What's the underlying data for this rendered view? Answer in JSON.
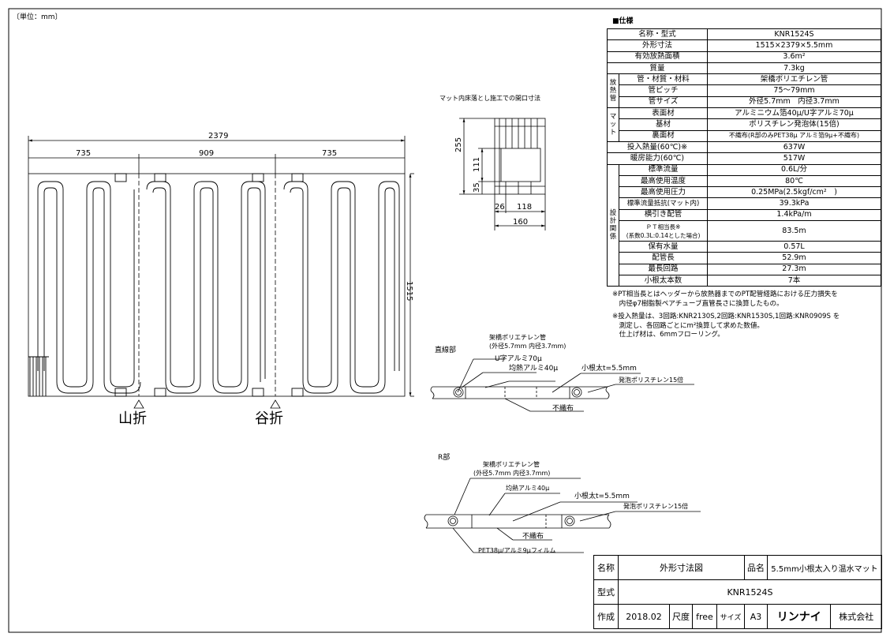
{
  "unit_note": "〔単位：mm〕",
  "plan": {
    "dim_total": "2379",
    "dim_left": "735",
    "dim_mid": "909",
    "dim_right": "735",
    "dim_height": "1515",
    "fold_mountain": "山折",
    "fold_valley": "谷折"
  },
  "opening": {
    "title": "マット内床落とし施工での開口寸法",
    "dim_255": "255",
    "dim_111": "111",
    "dim_35": "35",
    "dim_26": "26",
    "dim_118": "118",
    "dim_160": "160"
  },
  "spec": {
    "heading": "■仕様",
    "rows_top": [
      {
        "label": "名称・型式",
        "value": "KNR1524S"
      },
      {
        "label": "外形寸法",
        "value": "1515×2379×5.5mm"
      },
      {
        "label": "有効放熱面積",
        "value": "3.6m²"
      },
      {
        "label": "質量",
        "value": "7.3kg"
      }
    ],
    "group_pipe": {
      "side": "放熱管",
      "rows": [
        {
          "label": "管・材質・材料",
          "value": "架橋ポリエチレン管"
        },
        {
          "label": "管ピッチ",
          "value": "75〜79mm"
        },
        {
          "label": "管サイズ",
          "value": "外径5.7mm　内径3.7mm"
        }
      ]
    },
    "group_mat": {
      "side": "マット",
      "rows": [
        {
          "label": "表面材",
          "value": "アルミニウム箔40μ/U字アルミ70μ"
        },
        {
          "label": "基材",
          "value": "ポリスチレン発泡体(15倍)"
        },
        {
          "label": "裏面材",
          "value": "不織布(R部のみPET38μ アルミ箔9μ+不織布)"
        }
      ]
    },
    "rows_mid": [
      {
        "label": "投入熱量(60℃)※",
        "value": "637W"
      },
      {
        "label": "暖房能力(60℃)",
        "value": "517W"
      }
    ],
    "group_design": {
      "side": "設計関係",
      "rows": [
        {
          "label": "標準流量",
          "value": "0.6L/分"
        },
        {
          "label": "最高使用温度",
          "value": "80℃"
        },
        {
          "label": "最高使用圧力",
          "value": "0.25MPa(2.5kgf/cm²　)"
        },
        {
          "label": "標準流量抵抗(マット内)",
          "value": "39.3kPa"
        },
        {
          "label": "横引き配管",
          "value": "1.4kPa/m"
        }
      ],
      "pt_label_1": "ＰＴ相当長※",
      "pt_label_2": "(系数0.3L:0.14とした場合)",
      "pt_value": "83.5m",
      "rows_after": [
        {
          "label": "保有水量",
          "value": "0.57L"
        },
        {
          "label": "配管長",
          "value": "52.9m"
        },
        {
          "label": "最長回路",
          "value": "27.3m"
        }
      ]
    },
    "rows_bottom": [
      {
        "label": "小根太本数",
        "value": "7本"
      }
    ]
  },
  "notes": {
    "n1a": "※PT相当長とはヘッダーから放熱器までのPT配管経路における圧力損失を",
    "n1b": "　内径φ7樹脂製ペアチューブ直管長さに換算したもの。",
    "n2a": "※投入熱量は、3回路:KNR2130S,2回路:KNR1530S,1回路:KNR0909S を",
    "n2b": "　測定し、各回路ごとにm²換算して求めた数値。",
    "n2c": "　仕上げ材は、6mmフローリング。"
  },
  "straight": {
    "title": "直線部",
    "pipe_l1": "架橋ポリエチレン管",
    "pipe_l2": "(外径5.7mm 内径3.7mm)",
    "u_al": "U字アルミ70μ",
    "even_al": "均熱アルミ40μ",
    "joist": "小根太t=5.5mm",
    "foam": "発泡ポリスチレン15倍",
    "nonwoven": "不織布"
  },
  "rpart": {
    "title": "R部",
    "pipe_l1": "架橋ポリエチレン管",
    "pipe_l2": "(外径5.7mm 内径3.7mm)",
    "even_al": "均熱アルミ40μ",
    "joist": "小根太t=5.5mm",
    "foam": "発泡ポリスチレン15倍",
    "nonwoven": "不織布",
    "pet": "PET38μ/アルミ9μフィルム"
  },
  "titleblock": {
    "name_label": "名称",
    "name_value": "外形寸法図",
    "product_label": "品名",
    "product_value": "5.5mm小根太入り温水マット",
    "model_label": "型式",
    "model_value": "KNR1524S",
    "made_label": "作成",
    "date": "2018.02",
    "scale_label": "尺度",
    "scale_value": "free",
    "size_label": "サイズ",
    "size_value": "A3",
    "brand": "リンナイ",
    "company": "株式会社"
  }
}
